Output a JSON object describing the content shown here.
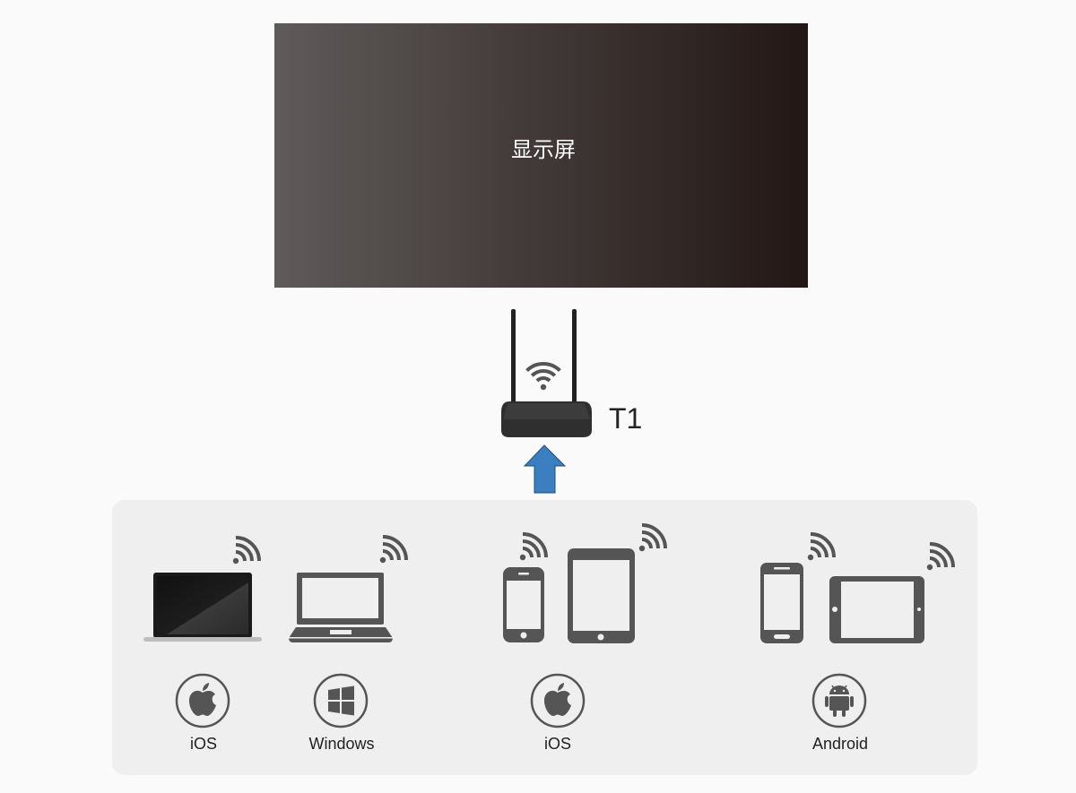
{
  "display": {
    "label": "显示屏",
    "gradient": [
      "#5f5b5a",
      "#231715"
    ]
  },
  "transmitter": {
    "label": "T1",
    "arrow_color": "#3b7fc0"
  },
  "device_groups": [
    {
      "os_label": "iOS",
      "os_icon": "apple-icon",
      "device": "macbook-icon"
    },
    {
      "os_label": "Windows",
      "os_icon": "windows-icon",
      "device": "laptop-icon"
    },
    {
      "os_label": "iOS",
      "os_icon": "apple-icon",
      "device": [
        "iphone-icon",
        "ipad-icon"
      ]
    },
    {
      "os_label": "Android",
      "os_icon": "android-icon",
      "device": [
        "android-phone-icon",
        "android-tablet-icon"
      ]
    }
  ],
  "colors": {
    "icon": "#555555",
    "panel": "#efefef",
    "background": "#fafafa"
  }
}
